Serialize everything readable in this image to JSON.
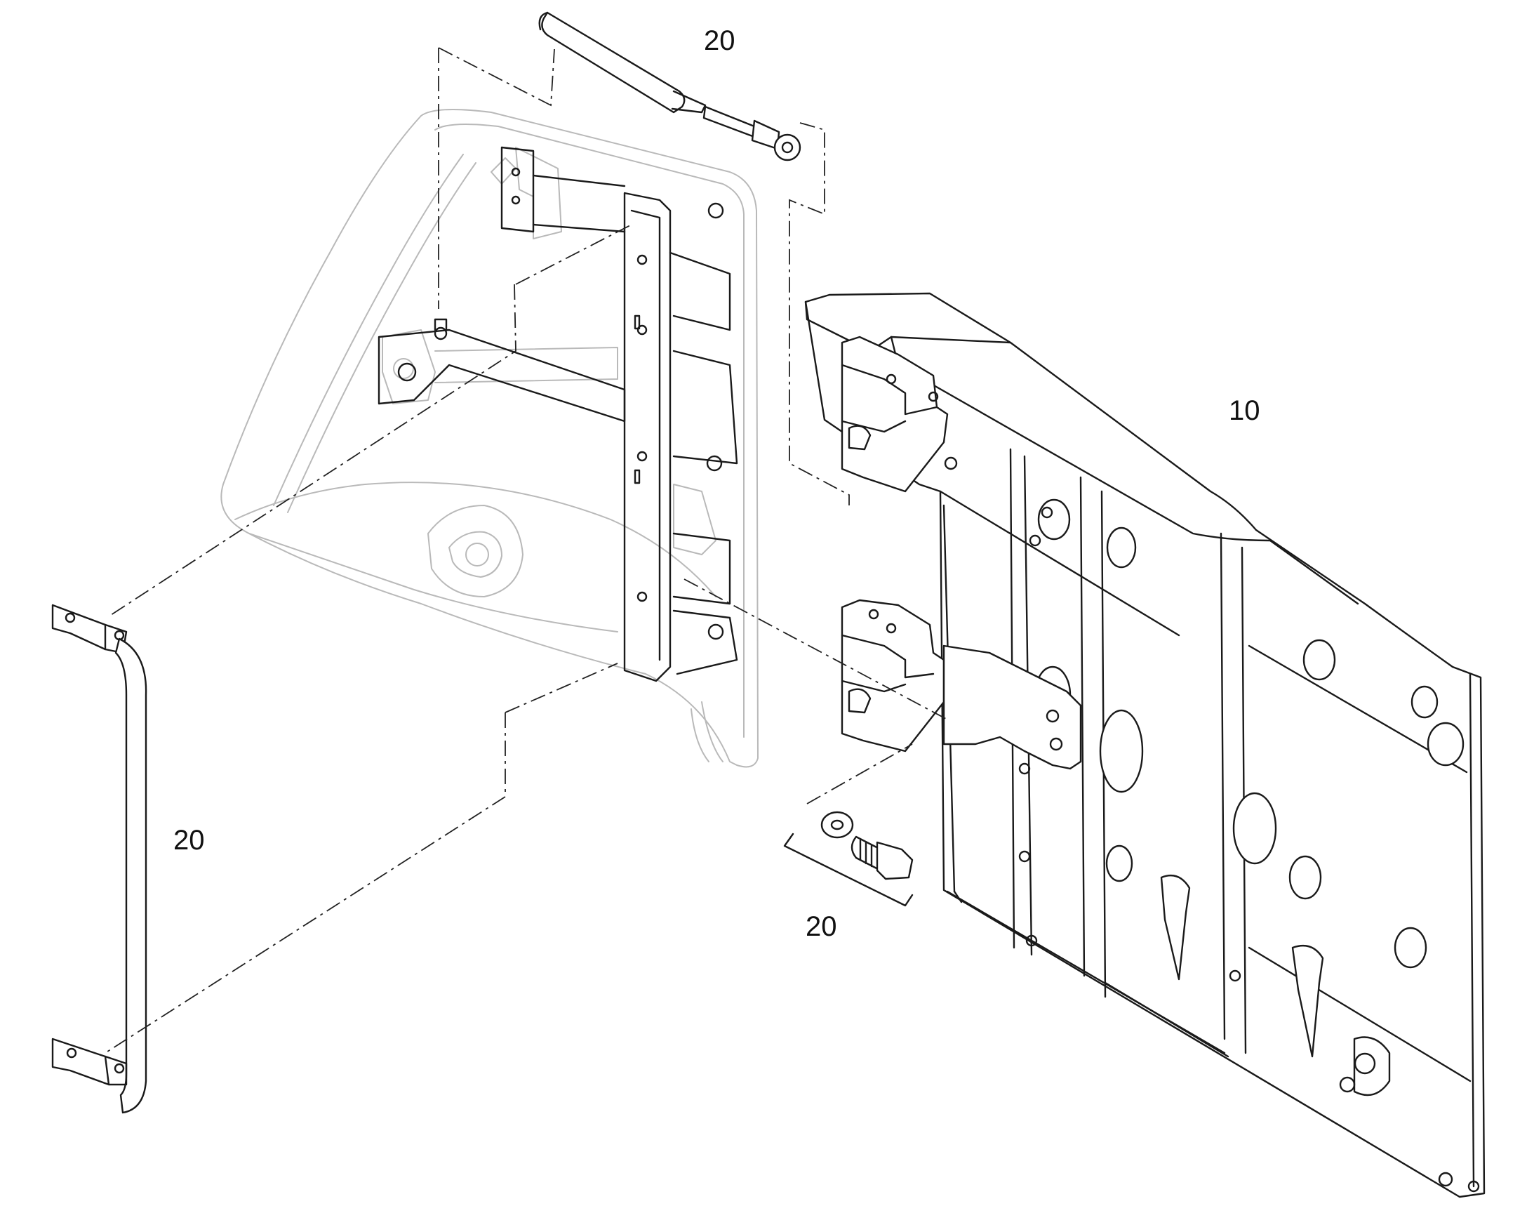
{
  "diagram": {
    "callouts": {
      "gas_strut": "20",
      "panel_assembly": "10",
      "grab_handle": "20",
      "bolt_washer": "20"
    },
    "line_color": "#1a1a1a",
    "ghost_color": "#b9b9b9"
  }
}
